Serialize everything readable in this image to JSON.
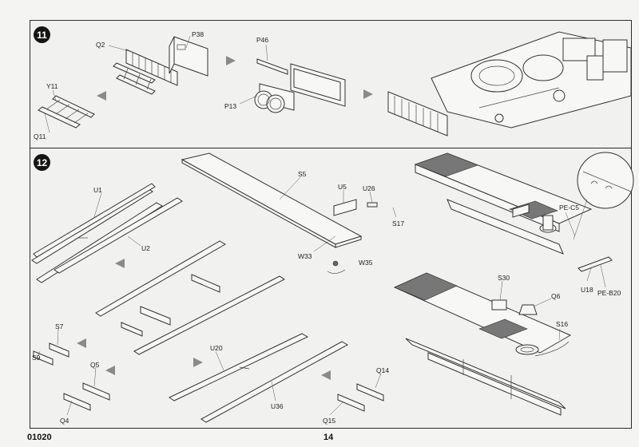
{
  "steps": [
    {
      "number": "11",
      "labels": {
        "q2": "Q2",
        "p38": "P38",
        "y11": "Y11",
        "q11": "Q11",
        "p46": "P46",
        "p13": "P13"
      }
    },
    {
      "number": "12",
      "labels": {
        "u1": "U1",
        "u2": "U2",
        "s5": "S5",
        "u5": "U5",
        "u26": "U26",
        "s17": "S17",
        "w33": "W33",
        "w35": "W35",
        "pec5": "PE-C5",
        "u18": "U18",
        "peb20": "PE-B20",
        "s7": "S7",
        "s9": "S9",
        "q5": "Q5",
        "q4": "Q4",
        "u20": "U20",
        "u36": "U36",
        "q14": "Q14",
        "q15": "Q15",
        "s30": "S30",
        "q6": "Q6",
        "s16": "S16"
      }
    }
  ],
  "footer": {
    "kit_number": "01020",
    "page_number": "14"
  }
}
